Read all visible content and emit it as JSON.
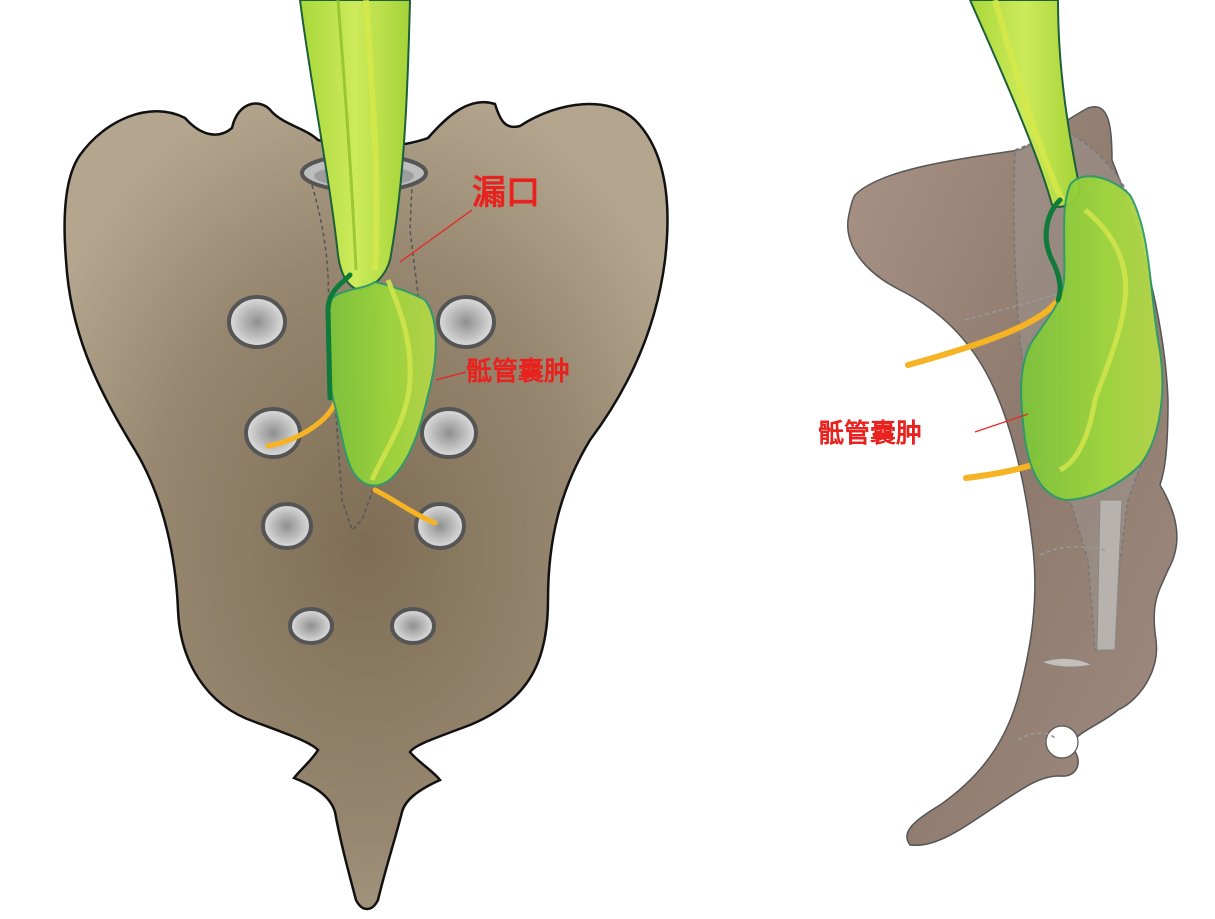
{
  "labels": {
    "fistula": "漏口",
    "cyst_posterior": "骶管囊肿",
    "cyst_lateral": "骶管囊肿"
  },
  "colors": {
    "label_red": "#e8231f",
    "bone_posterior": "#8e7d64",
    "bone_lateral": "#9a8577",
    "cyst_green": "#8ccf3a",
    "cyst_edge": "#2e9a6a",
    "dural_sac": "#b8e04a",
    "nerve_root": "#f6b425",
    "foramen_gray": "#9a9a9a"
  },
  "icons": {
    "posterior_view": "sacrum-posterior-view",
    "lateral_view": "sacrum-lateral-view"
  }
}
